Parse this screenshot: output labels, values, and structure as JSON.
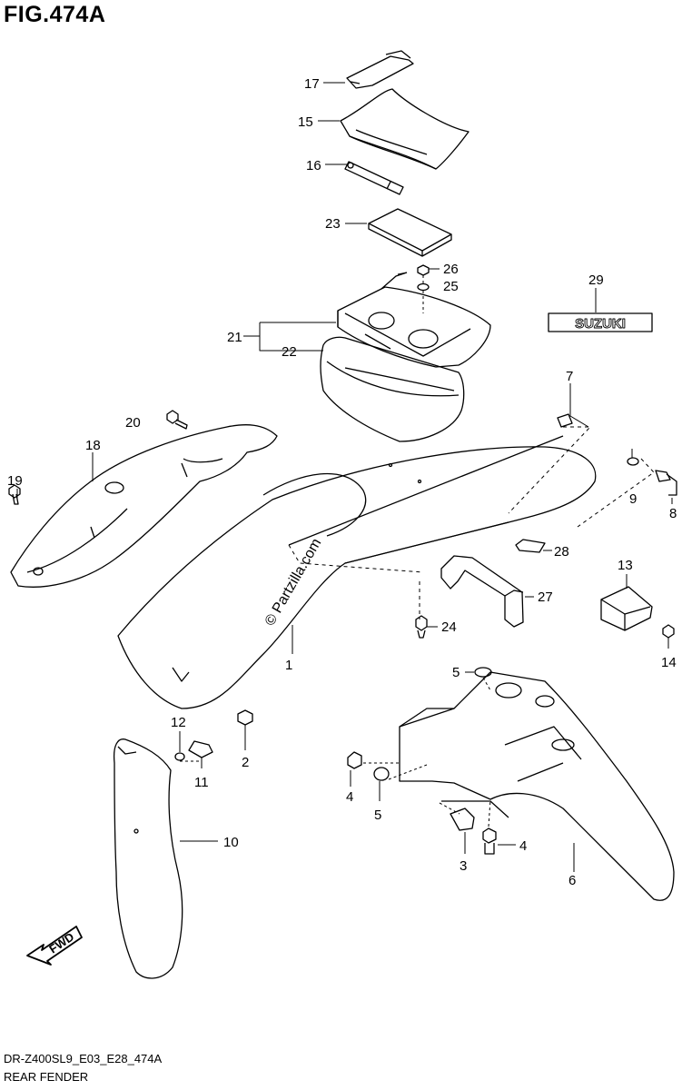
{
  "figure": {
    "title": "FIG.474A",
    "code": "DR-Z400SL9_E03_E28_474A",
    "name": "REAR FENDER"
  },
  "watermark": "© Partzilla.com",
  "emblem_text": "SUZUKI",
  "fwd_label": "FWD",
  "callouts": {
    "c1": "1",
    "c2": "2",
    "c3": "3",
    "c4a": "4",
    "c4b": "4",
    "c5a": "5",
    "c5b": "5",
    "c6": "6",
    "c7": "7",
    "c8": "8",
    "c9": "9",
    "c10": "10",
    "c11": "11",
    "c12": "12",
    "c13": "13",
    "c14": "14",
    "c15": "15",
    "c16": "16",
    "c17": "17",
    "c18": "18",
    "c19": "19",
    "c20": "20",
    "c21": "21",
    "c22": "22",
    "c23": "23",
    "c24": "24",
    "c25": "25",
    "c26": "26",
    "c27": "27",
    "c28": "28",
    "c29": "29"
  }
}
